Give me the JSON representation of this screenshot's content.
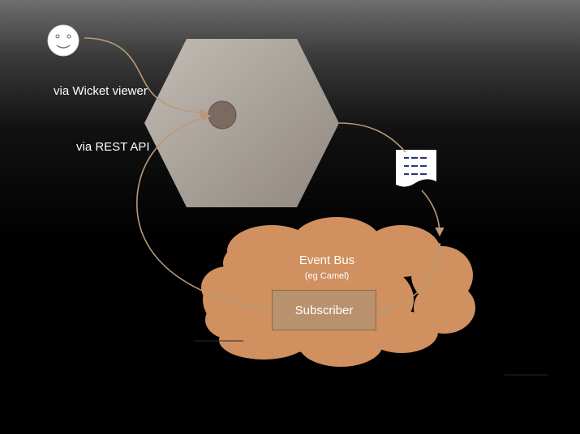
{
  "labels": {
    "via_wicket": "via Wicket viewer",
    "via_rest": "via REST API",
    "event_bus": "Event Bus",
    "event_bus_sub": "(eg Camel)",
    "subscriber": "Subscriber"
  },
  "icons": {
    "user": "smiley-face-icon",
    "domain_object": "hexagon-icon",
    "event_message": "document-icon"
  },
  "colors": {
    "hexagon": "#b5aea6",
    "cloud": "#d0905f",
    "subscriber": "#b8926c",
    "arrow": "#b89a78",
    "document_lines": "#2a3a6a"
  }
}
